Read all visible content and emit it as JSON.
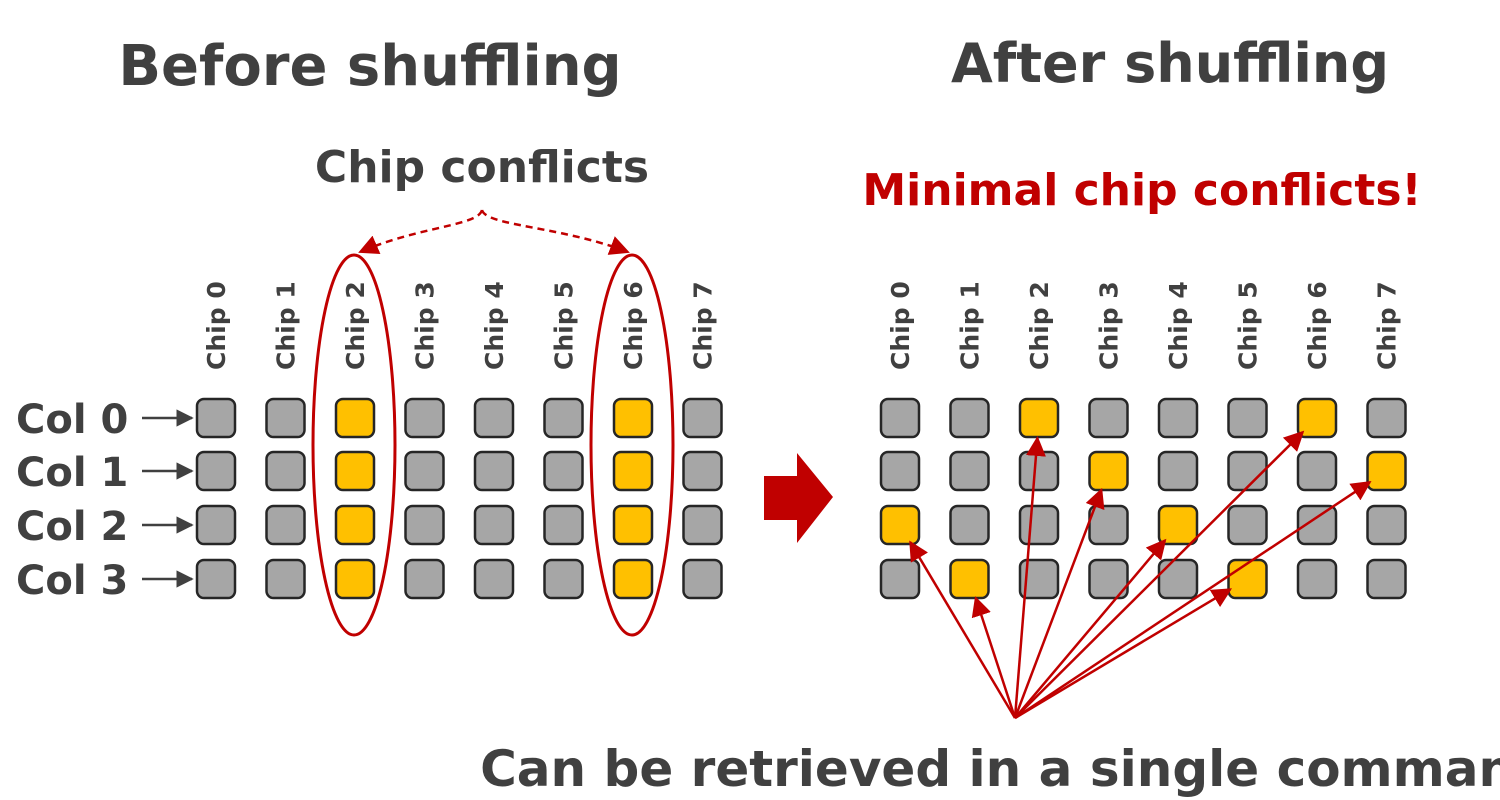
{
  "left": {
    "title": "Before shuffling",
    "annotation": "Chip conflicts"
  },
  "right": {
    "title": "After shuffling",
    "annotation": "Minimal chip conflicts!"
  },
  "bottom_caption": "Can be retrieved in a single command",
  "chips": [
    "Chip 0",
    "Chip 1",
    "Chip 2",
    "Chip 3",
    "Chip 4",
    "Chip 5",
    "Chip 6",
    "Chip 7"
  ],
  "cols": [
    "Col 0",
    "Col 1",
    "Col 2",
    "Col 3"
  ],
  "before_highlight": [
    [
      2,
      6
    ],
    [
      2,
      6
    ],
    [
      2,
      6
    ],
    [
      2,
      6
    ]
  ],
  "after_highlight": [
    [
      2,
      6
    ],
    [
      3,
      7
    ],
    [
      0,
      4
    ],
    [
      1,
      5
    ]
  ],
  "colors": {
    "cell": "#a6a6a6",
    "highlight": "#ffc000",
    "accent_red": "#c00000",
    "text": "#404040"
  }
}
